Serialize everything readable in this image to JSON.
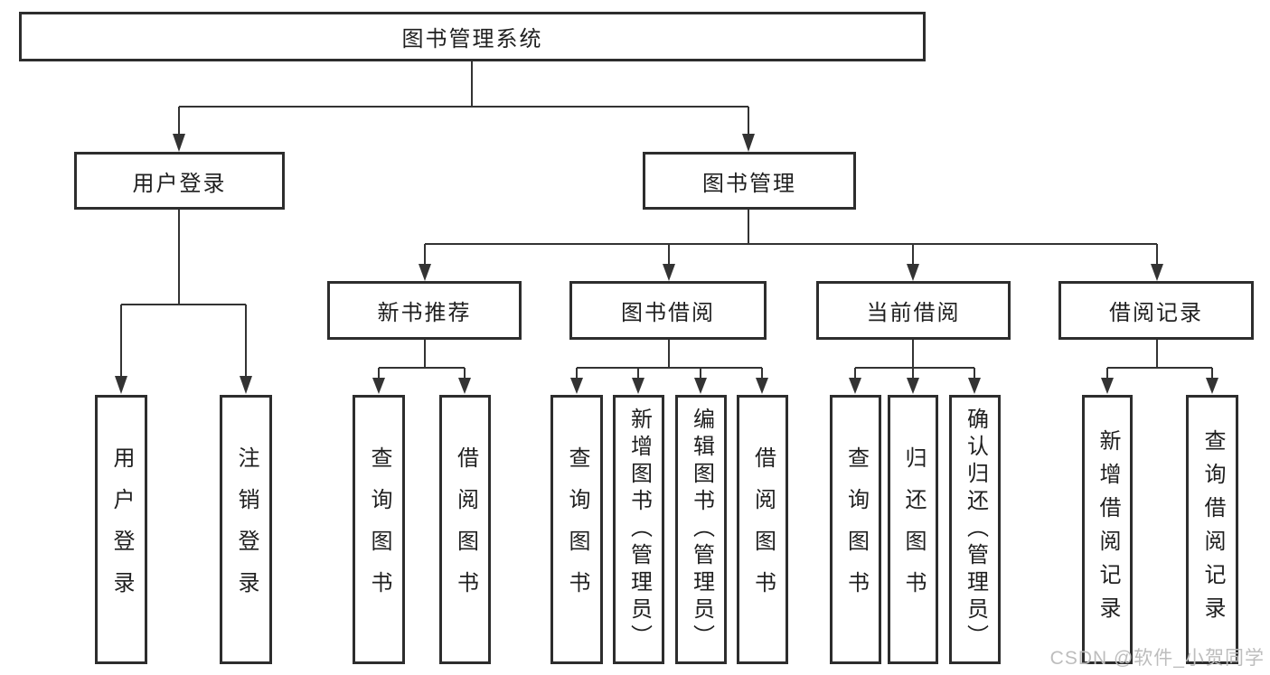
{
  "diagram": {
    "root": {
      "label": "图书管理系统"
    },
    "level2": [
      {
        "id": "user-login",
        "label": "用户登录"
      },
      {
        "id": "book-management",
        "label": "图书管理"
      }
    ],
    "level3": [
      {
        "id": "new-book-recommendation",
        "label": "新书推荐",
        "parent": "book-management"
      },
      {
        "id": "book-borrowing",
        "label": "图书借阅",
        "parent": "book-management"
      },
      {
        "id": "current-borrowing",
        "label": "当前借阅",
        "parent": "book-management"
      },
      {
        "id": "borrowing-records",
        "label": "借阅记录",
        "parent": "book-management"
      }
    ],
    "leaves": [
      {
        "label": "用户登录",
        "parent": "user-login"
      },
      {
        "label": "注销登录",
        "parent": "user-login"
      },
      {
        "label": "查询图书",
        "parent": "new-book-recommendation"
      },
      {
        "label": "借阅图书",
        "parent": "new-book-recommendation"
      },
      {
        "label": "查询图书",
        "parent": "book-borrowing"
      },
      {
        "label": "新增图书（管理员）",
        "parent": "book-borrowing"
      },
      {
        "label": "编辑图书（管理员）",
        "parent": "book-borrowing"
      },
      {
        "label": "借阅图书",
        "parent": "book-borrowing"
      },
      {
        "label": "查询图书",
        "parent": "current-borrowing"
      },
      {
        "label": "归还图书",
        "parent": "current-borrowing"
      },
      {
        "label": "确认归还（管理员）",
        "parent": "current-borrowing"
      },
      {
        "label": "新增借阅记录",
        "parent": "borrowing-records"
      },
      {
        "label": "查询借阅记录",
        "parent": "borrowing-records"
      }
    ]
  },
  "watermark": {
    "text": "CSDN @软件_小贺同学"
  },
  "colors": {
    "line": "#333333",
    "box_border": "#2d2d2d",
    "text": "#1f1f1f",
    "watermark": "#bdbdbd",
    "background": "#ffffff"
  }
}
